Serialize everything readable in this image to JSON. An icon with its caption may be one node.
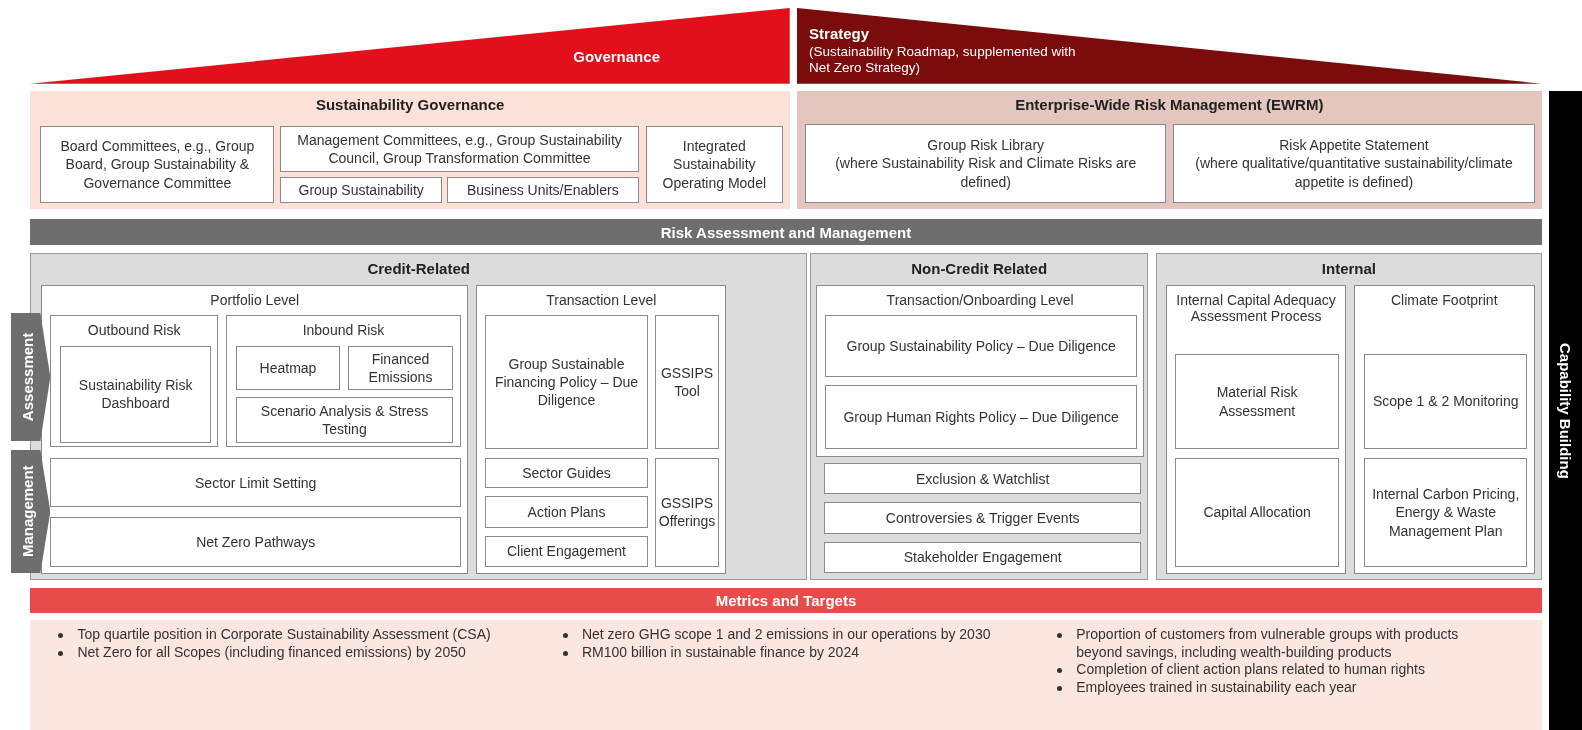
{
  "diagram": {
    "nodes": [
      {
        "text": [
          "Governance"
        ]
      },
      {
        "text": [
          "Strategy",
          "(Sustainability Roadmap, supplemented with Net Zero Strategy)"
        ]
      },
      {
        "text": [
          "Sustainability Governance"
        ]
      },
      {
        "text": [
          "Board Committees, e.g., Group Board, Group Sustainability & Governance Committee"
        ],
        "in": 2
      },
      {
        "text": [
          "Management Committees, e.g., Group Sustainability Council, Group Transformation Committee"
        ],
        "in": 2
      },
      {
        "text": [
          "Group Sustainability"
        ],
        "in": 2
      },
      {
        "text": [
          "Business Units/Enablers"
        ],
        "in": 2
      },
      {
        "text": [
          "Integrated Sustainability Operating Model"
        ],
        "in": 2
      },
      {
        "text": [
          "Enterprise-Wide Risk Management (EWRM)"
        ]
      },
      {
        "text": [
          "Group Risk Library",
          "(where Sustainability Risk and Climate Risks are defined)"
        ],
        "in": 8
      },
      {
        "text": [
          "Risk Appetite Statement",
          "(where qualitative/quantitative sustainability/climate appetite is defined)"
        ],
        "in": 8
      },
      {
        "text": [
          "Risk Assessment and Management"
        ]
      },
      {
        "text": [
          "Credit-Related"
        ]
      },
      {
        "text": [
          "Portfolio Level"
        ],
        "in": 12
      },
      {
        "text": [
          "Outbound Risk"
        ],
        "in": 13
      },
      {
        "text": [
          "Sustainability Risk Dashboard"
        ],
        "in": 14
      },
      {
        "text": [
          "Inbound Risk"
        ],
        "in": 13
      },
      {
        "text": [
          "Heatmap"
        ],
        "in": 16
      },
      {
        "text": [
          "Financed Emissions"
        ],
        "in": 16
      },
      {
        "text": [
          "Scenario Analysis & Stress Testing"
        ],
        "in": 16
      },
      {
        "text": [
          "Sector Limit Setting"
        ],
        "in": 13
      },
      {
        "text": [
          "Net Zero Pathways"
        ],
        "in": 13
      },
      {
        "text": [
          "Transaction Level"
        ],
        "in": 12
      },
      {
        "text": [
          "Group Sustainable Financing Policy – Due Diligence"
        ],
        "in": 22
      },
      {
        "text": [
          "GSSIPS Tool"
        ],
        "in": 22
      },
      {
        "text": [
          "Sector Guides"
        ],
        "in": 22
      },
      {
        "text": [
          "Action Plans"
        ],
        "in": 22
      },
      {
        "text": [
          "Client Engagement"
        ],
        "in": 22
      },
      {
        "text": [
          "GSSIPS Offerings"
        ],
        "in": 22
      },
      {
        "text": [
          "Non-Credit Related"
        ]
      },
      {
        "text": [
          "Transaction/Onboarding Level"
        ],
        "in": 29
      },
      {
        "text": [
          "Group Sustainability Policy – Due Diligence"
        ],
        "in": 30
      },
      {
        "text": [
          "Group Human Rights Policy – Due Diligence"
        ],
        "in": 30
      },
      {
        "text": [
          "Exclusion & Watchlist"
        ],
        "in": 29
      },
      {
        "text": [
          "Controversies & Trigger Events"
        ],
        "in": 29
      },
      {
        "text": [
          "Stakeholder Engagement"
        ],
        "in": 29
      },
      {
        "text": [
          "Internal"
        ]
      },
      {
        "text": [
          "Internal Capital Adequacy Assessment Process"
        ],
        "in": 36
      },
      {
        "text": [
          "Material Risk Assessment"
        ],
        "in": 37
      },
      {
        "text": [
          "Capital Allocation"
        ],
        "in": 37
      },
      {
        "text": [
          "Climate Footprint"
        ],
        "in": 36
      },
      {
        "text": [
          "Scope 1 & 2 Monitoring"
        ],
        "in": 40
      },
      {
        "text": [
          "Internal Carbon Pricing, Energy & Waste Management Plan"
        ],
        "in": 40
      },
      {
        "text": [
          "Assessment"
        ]
      },
      {
        "text": [
          "Management"
        ]
      },
      {
        "text": [
          "Metrics and Targets"
        ]
      },
      {
        "text": [
          "Top quartile position in Corporate Sustainability Assessment (CSA)",
          "Net Zero for all Scopes (including financed emissions) by 2050",
          "Net zero GHG scope 1 and 2 emissions in our operations by 2030",
          "RM100 billion in sustainable finance by 2024",
          "Proportion of customers from vulnerable groups with products beyond savings, including wealth-building products",
          "Completion of client action plans related to human rights",
          "Employees trained in sustainability each year"
        ]
      },
      {
        "text": [
          "Capability Building"
        ]
      }
    ]
  }
}
